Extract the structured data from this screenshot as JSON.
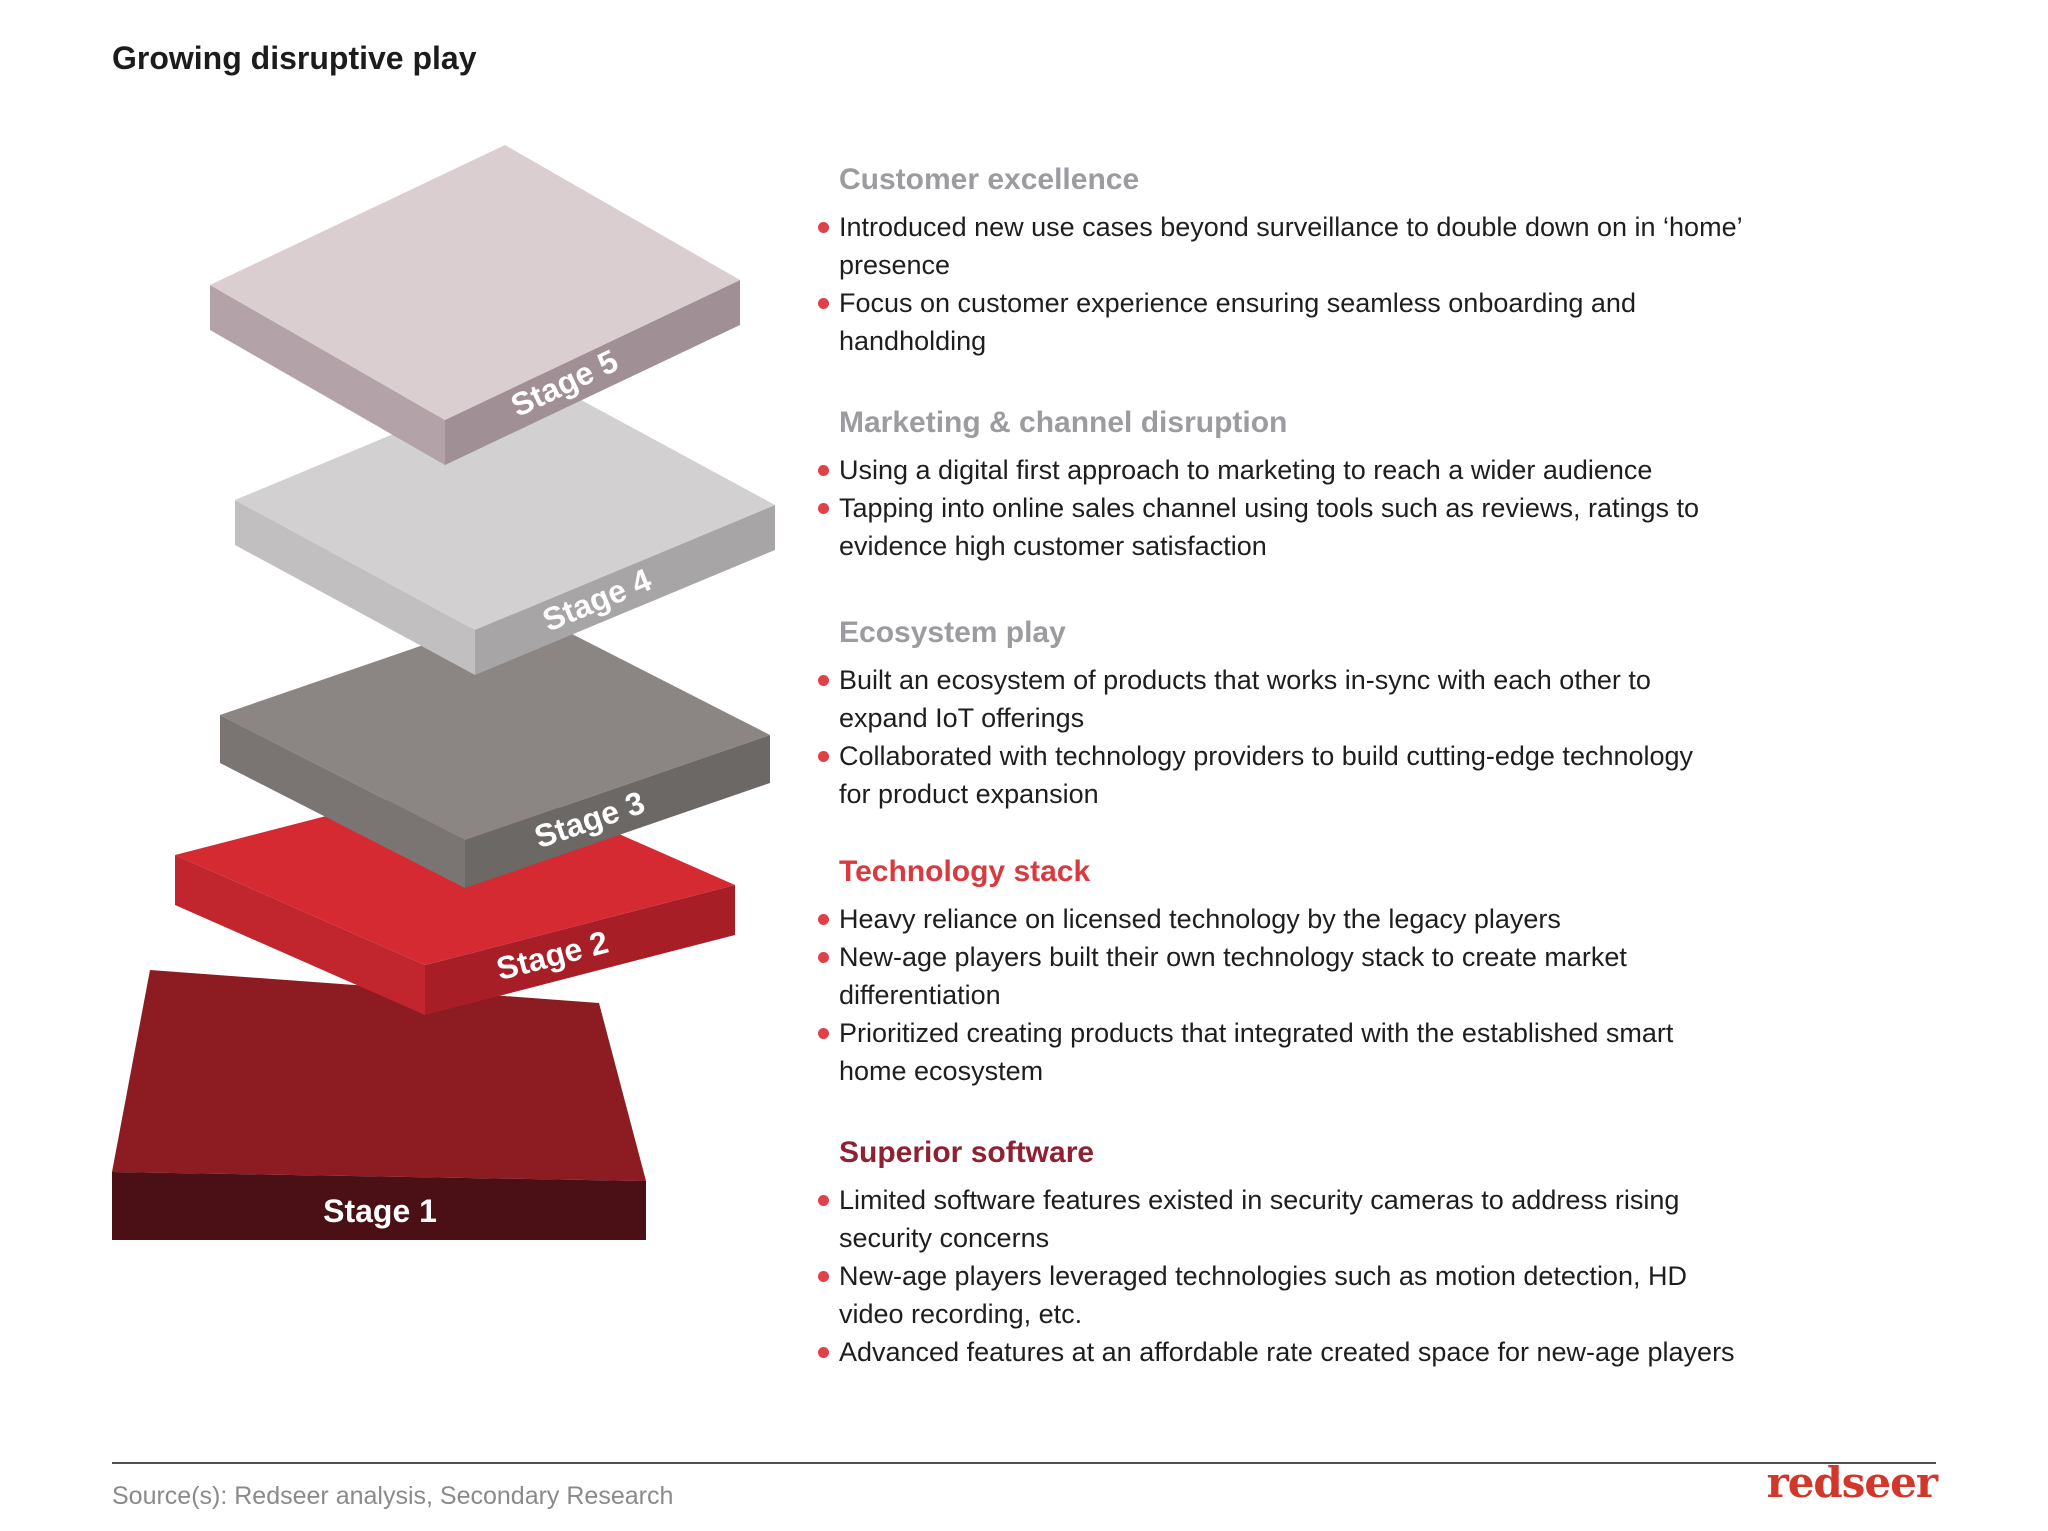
{
  "page": {
    "title": "Growing disruptive play"
  },
  "diagram": {
    "label_color": "#FFFFFF",
    "stages": [
      {
        "label": "Stage 1",
        "top_color": "#8D1B22",
        "left_color": "#6E151B",
        "front_color": "#4A1015"
      },
      {
        "label": "Stage 2",
        "top_color": "#D62A32",
        "left_color": "#C1262E",
        "front_color": "#A81E26"
      },
      {
        "label": "Stage 3",
        "top_color": "#8B8683",
        "left_color": "#7A7572",
        "front_color": "#6C6865"
      },
      {
        "label": "Stage 4",
        "top_color": "#D2D0D1",
        "left_color": "#C2BFC0",
        "front_color": "#A8A5A6"
      },
      {
        "label": "Stage 5",
        "top_color": "#DACED1",
        "left_color": "#B3A3A8",
        "front_color": "#A09096"
      }
    ]
  },
  "bullet_color": "#E04048",
  "sections": [
    {
      "heading": "Customer excellence",
      "heading_color": "#9C9BA0",
      "bullets": [
        {
          "lines": [
            "Introduced new use cases beyond surveillance to double down on in ‘home’",
            "presence"
          ]
        },
        {
          "lines": [
            "Focus on customer experience ensuring seamless onboarding and",
            "handholding"
          ]
        }
      ]
    },
    {
      "heading": "Marketing & channel disruption",
      "heading_color": "#9C9BA0",
      "bullets": [
        {
          "lines": [
            "Using a digital first approach to marketing to reach a wider audience"
          ]
        },
        {
          "lines": [
            "Tapping into online sales channel  using tools such as reviews, ratings to",
            "evidence high customer satisfaction"
          ]
        }
      ]
    },
    {
      "heading": "Ecosystem play",
      "heading_color": "#9C9BA0",
      "bullets": [
        {
          "lines": [
            "Built an ecosystem of products that works in-sync with each other to",
            "expand IoT offerings"
          ]
        },
        {
          "lines": [
            "Collaborated with technology providers to build cutting-edge technology",
            "for product expansion"
          ]
        }
      ]
    },
    {
      "heading": "Technology stack",
      "heading_color": "#D93A40",
      "bullets": [
        {
          "lines": [
            "Heavy reliance on licensed technology by the legacy players"
          ]
        },
        {
          "lines": [
            "New-age players built their own technology stack to create market",
            "differentiation"
          ]
        },
        {
          "lines": [
            "Prioritized creating products that integrated with the established smart",
            "home ecosystem"
          ]
        }
      ]
    },
    {
      "heading": "Superior software",
      "heading_color": "#8E2132",
      "bullets": [
        {
          "lines": [
            "Limited software features existed in security cameras to address rising",
            "security concerns"
          ]
        },
        {
          "lines": [
            "New-age players leveraged technologies such as motion detection,  HD",
            "video recording, etc."
          ]
        },
        {
          "lines": [
            "Advanced features at an affordable rate created space for new-age players"
          ]
        }
      ]
    }
  ],
  "footer": {
    "source": "Source(s): Redseer analysis, Secondary Research",
    "logo_text": "redseer",
    "logo_color": "#D2372B"
  }
}
